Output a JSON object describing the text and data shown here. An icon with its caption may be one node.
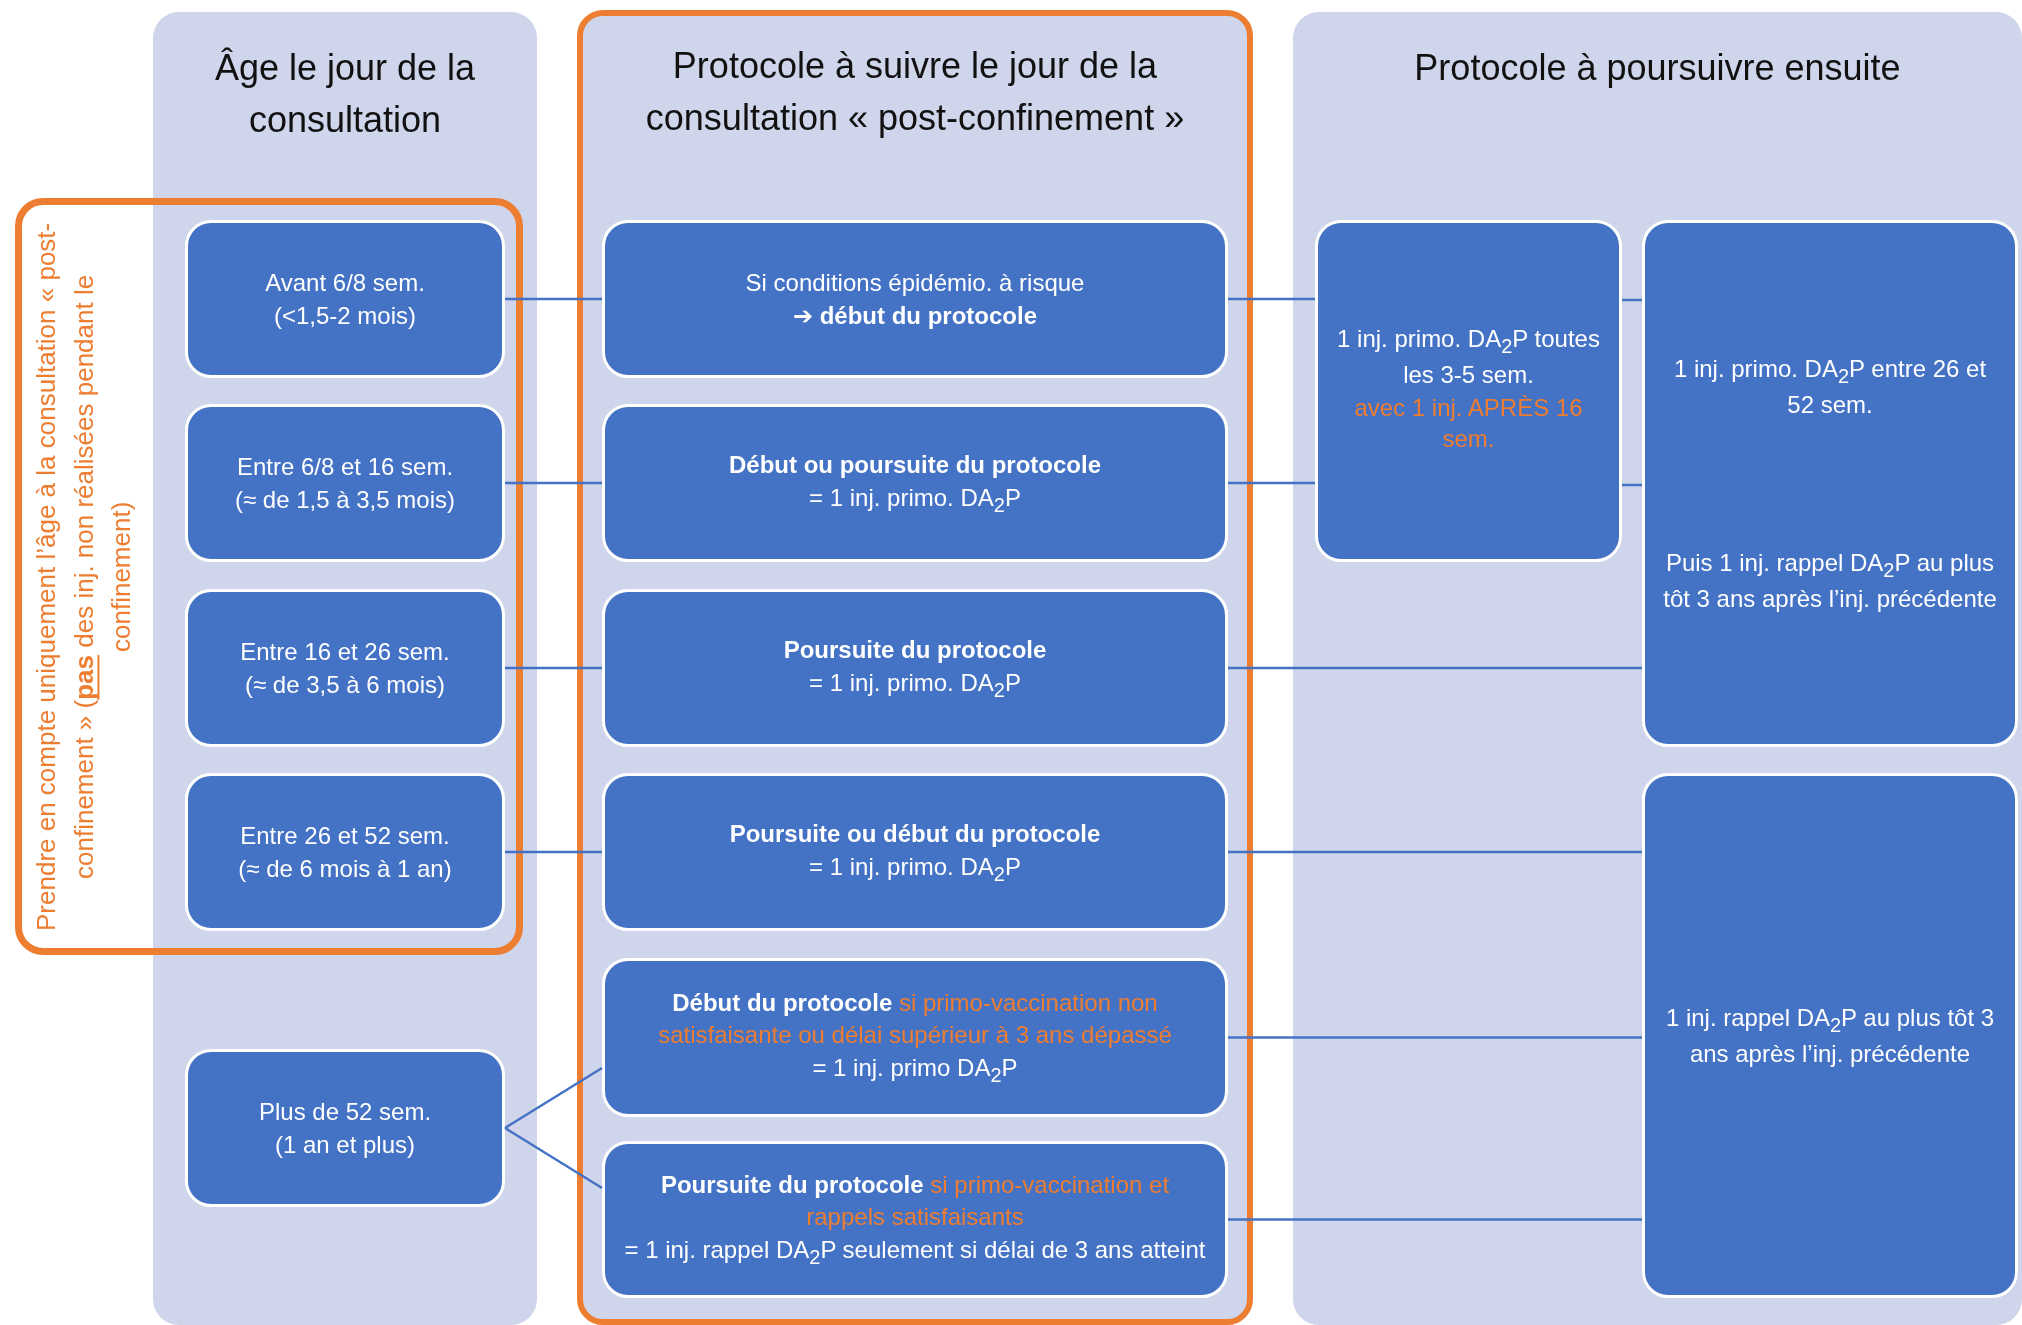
{
  "diagram": {
    "nodes": [
      {
        "text": [
          "Âge le jour de la consultation"
        ]
      },
      {
        "text": [
          "Prendre en compte uniquement l’âge à la consultation « post-confinement » (**pas** des inj. non réalisées pendant le confinement)"
        ]
      },
      {
        "text": [
          "Avant 6/8 sem.",
          "(<1,5-2 mois)"
        ]
      },
      {
        "text": [
          "Entre 6/8 et 16 sem.",
          "(≈ de 1,5 à 3,5 mois)"
        ]
      },
      {
        "text": [
          "Entre 16 et 26 sem.",
          "(≈ de 3,5 à 6 mois)"
        ]
      },
      {
        "text": [
          "Entre 26 et 52 sem.",
          "(≈ de 6 mois à 1 an)"
        ]
      },
      {
        "text": [
          "Plus de 52 sem.",
          "(1 an et plus)"
        ],
        "in": 0
      },
      {
        "text": [
          "Protocole à suivre le jour de la consultation « post-confinement »"
        ]
      },
      {
        "text": [
          "Si conditions épidémio. à risque",
          "➔ **début du protocole**"
        ],
        "in": 7
      },
      {
        "text": [
          "**Début ou poursuite du protocole**",
          "= 1 inj. primo. DA$_{2}$P"
        ],
        "in": 7
      },
      {
        "text": [
          "**Poursuite du protocole**",
          "= 1 inj. primo. DA$_{2}$P"
        ],
        "in": 7
      },
      {
        "text": [
          "**Poursuite ou début du protocole**",
          "= 1 inj. primo. DA$_{2}$P"
        ],
        "in": 7
      },
      {
        "text": [
          "**Début du protocole** *si primo-vaccination non satisfaisante ou délai supérieur à 3 ans dépassé*",
          "= 1 inj. primo DA$_{2}$P"
        ],
        "in": 7
      },
      {
        "text": [
          "**Poursuite du protocole** *si primo-vaccination et rappels satisfaisants*",
          "= 1 inj. rappel DA$_{2}$P seulement si délai de 3 ans atteint"
        ],
        "in": 7
      },
      {
        "text": [
          "Protocole à poursuivre ensuite"
        ]
      },
      {
        "text": [
          "1 inj. primo. DA$_{2}$P toutes les 3-5 sem.",
          "*avec 1 inj. APRÈS 16 sem.*"
        ],
        "in": 14
      },
      {
        "text": [
          "1 inj. primo. DA$_{2}$P entre 26 et 52 sem.",
          "Puis 1 inj. rappel DA$_{2}$P au plus tôt 3 ans après l’inj. précédente"
        ],
        "in": 14
      },
      {
        "text": [
          "1 inj. rappel DA$_{2}$P au plus tôt 3 ans après l’inj. précédente"
        ],
        "in": 14
      }
    ],
    "edges": [
      {
        "from": 2,
        "to": 8,
        "arrow": "none"
      },
      {
        "from": 3,
        "to": 9,
        "arrow": "none"
      },
      {
        "from": 4,
        "to": 10,
        "arrow": "none"
      },
      {
        "from": 5,
        "to": 11,
        "arrow": "none"
      },
      {
        "from": 6,
        "to": 12,
        "arrow": "none"
      },
      {
        "from": 6,
        "to": 13,
        "arrow": "none"
      },
      {
        "from": 8,
        "to": 15,
        "arrow": "none"
      },
      {
        "from": 9,
        "to": 15,
        "arrow": "none"
      },
      {
        "from": 10,
        "to": 16,
        "arrow": "none"
      },
      {
        "from": 11,
        "to": 17,
        "arrow": "none"
      },
      {
        "from": 12,
        "to": 17,
        "arrow": "none"
      },
      {
        "from": 13,
        "to": 17,
        "arrow": "none"
      },
      {
        "from": 15,
        "to": 16,
        "arrow": "none"
      },
      {
        "from": 15,
        "to": 16,
        "arrow": "none"
      }
    ]
  }
}
